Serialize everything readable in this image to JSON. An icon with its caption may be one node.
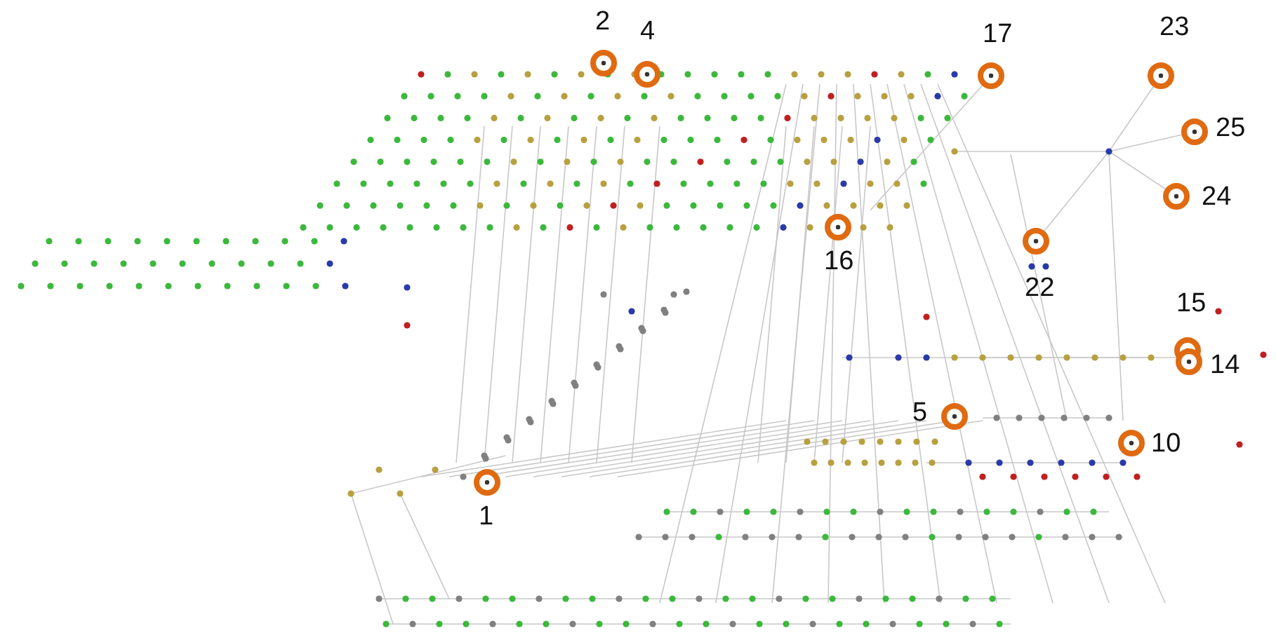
{
  "diagram": {
    "labels": [
      "2",
      "4",
      "17",
      "23",
      "25",
      "24",
      "16",
      "22",
      "15",
      "14",
      "5",
      "10",
      "1"
    ]
  }
}
